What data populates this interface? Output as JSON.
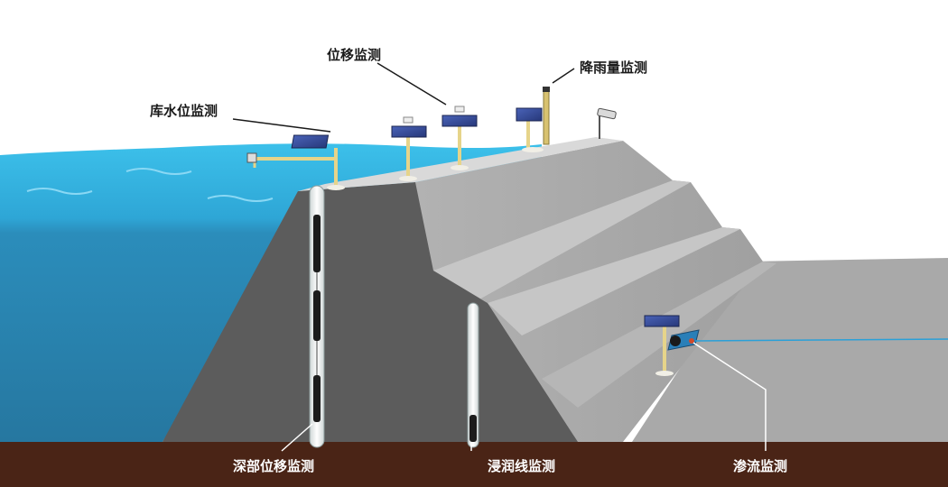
{
  "labels": {
    "reservoir_level": "库水位监测",
    "displacement": "位移监测",
    "rainfall": "降雨量监测",
    "deep_displacement": "深部位移监测",
    "seepage_line": "浸润线监测",
    "seepage_flow": "渗流监测"
  },
  "colors": {
    "water_surface": "#34b4e0",
    "water_deep": "#2a88b0",
    "dam_core": "#5a5a5a",
    "dam_slope": "#a8a8a8",
    "ground": "#4a2518",
    "leader_line": "#1a1a1a"
  },
  "icons": [
    "solar-panel-icon",
    "rain-gauge-icon",
    "camera-icon",
    "borehole-icon",
    "water-level-sensor-icon",
    "flow-meter-icon"
  ]
}
